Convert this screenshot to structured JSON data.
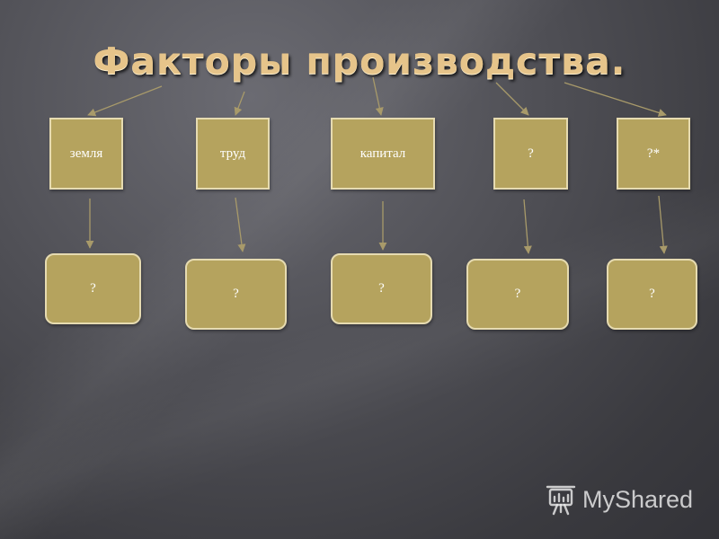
{
  "title": "Факторы производства.",
  "factors": [
    {
      "label": "земля",
      "income": "?"
    },
    {
      "label": "труд",
      "income": "?"
    },
    {
      "label": "капитал",
      "income": "?"
    },
    {
      "label": "?",
      "income": "?"
    },
    {
      "label": "?*",
      "income": "?"
    }
  ],
  "watermark": {
    "text": "MyShared",
    "icon": "presentation-board-icon"
  },
  "colors": {
    "box_fill": "#b5a35e",
    "box_border": "#e6dbb1",
    "title": "#e6c48a",
    "connector": "#a89a6a"
  }
}
